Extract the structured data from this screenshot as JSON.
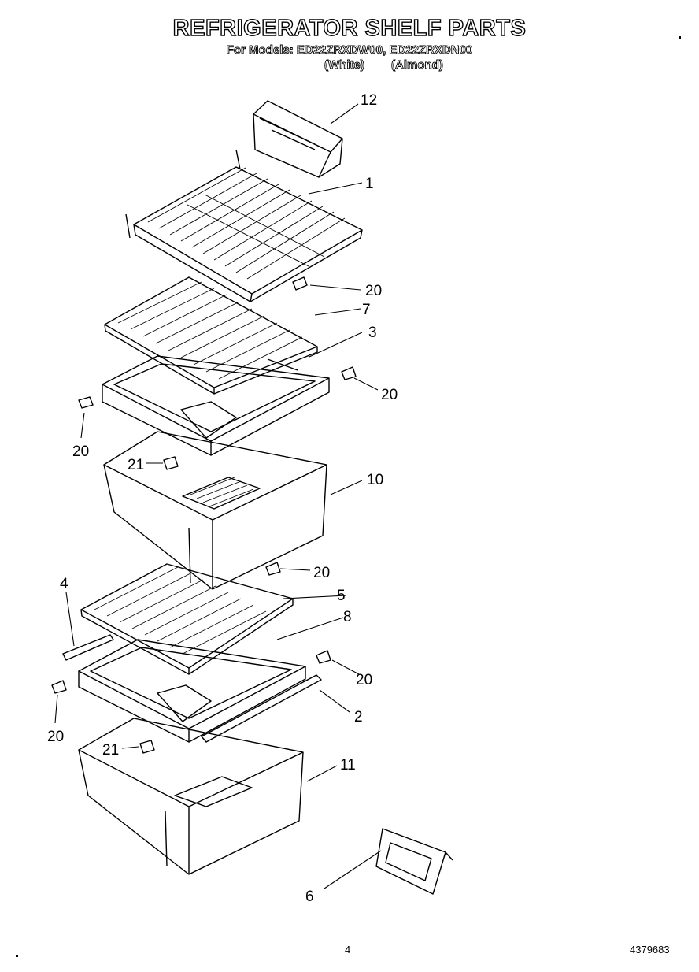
{
  "header": {
    "title": "REFRIGERATOR SHELF PARTS",
    "models_line": "For Models: ED22ZRXDW00, ED22ZRXDN00",
    "variant_white": "(White)",
    "variant_almond": "(Almond)"
  },
  "callouts": [
    "12",
    "1",
    "20",
    "7",
    "3",
    "20",
    "20",
    "21",
    "10",
    "20",
    "5",
    "8",
    "4",
    "20",
    "20",
    "2",
    "21",
    "11",
    "6"
  ],
  "footer": {
    "page_number": "4",
    "doc_number": "4379683"
  },
  "colors": {
    "ink": "#000000",
    "paper": "#ffffff"
  }
}
